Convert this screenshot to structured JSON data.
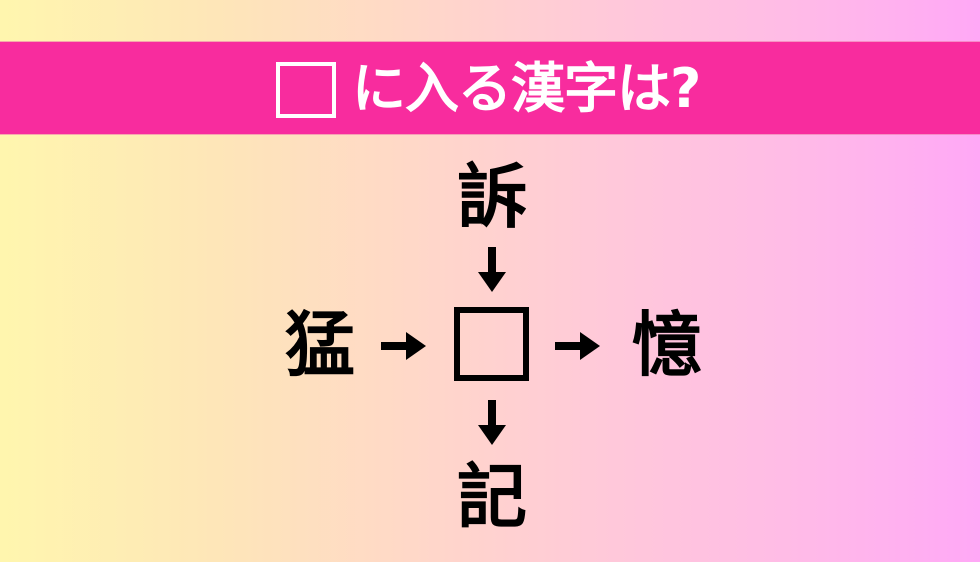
{
  "header": {
    "box_icon": "empty-square-placeholder",
    "title": "に入る漢字は?",
    "bar_color": "#f82c9e",
    "text_color": "#ffffff"
  },
  "puzzle": {
    "top": "訴",
    "left": "猛",
    "right": "憶",
    "bottom": "記",
    "answer_placeholder": "empty-square",
    "arrows": {
      "top_to_center": "arrow-down-icon",
      "left_to_center": "arrow-right-icon",
      "center_to_right": "arrow-right-icon",
      "center_to_bottom": "arrow-down-icon"
    }
  },
  "background": {
    "gradient": [
      "#fff6ae",
      "#fee6b8",
      "#ffd8c8",
      "#ffcad8",
      "#ffbce6",
      "#ffa8f6"
    ]
  }
}
